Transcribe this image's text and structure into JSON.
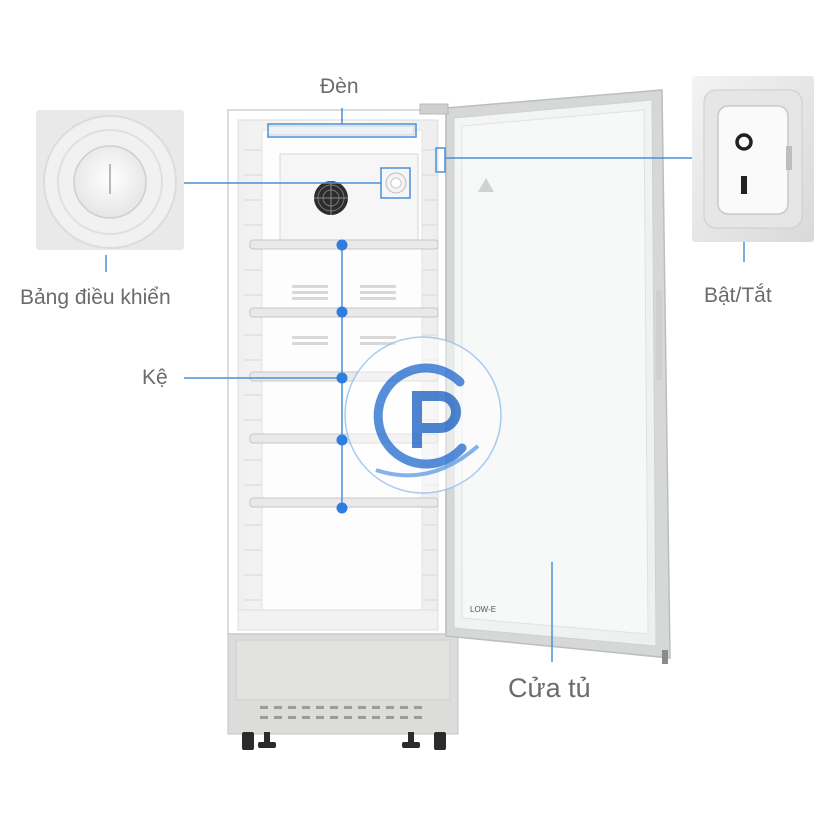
{
  "labels": {
    "den": "Đèn",
    "bang_dieu_khien": "Bảng điều khiển",
    "bat_tat": "Bật/Tắt",
    "ke": "Kệ",
    "cua_tu": "Cửa tủ"
  },
  "door_text": "LOW-E",
  "colors": {
    "callout_line": "#4a90d9",
    "callout_dot": "#2f7de1",
    "label_text": "#6b6b6b",
    "cabinet_white": "#f8f8f8",
    "metal_grey": "#d8d8d6",
    "watermark_blue": "#3a7bd5"
  },
  "icons": [
    "thermostat-dial-icon",
    "power-switch-icon",
    "fan-icon",
    "watermark-logo-icon"
  ]
}
